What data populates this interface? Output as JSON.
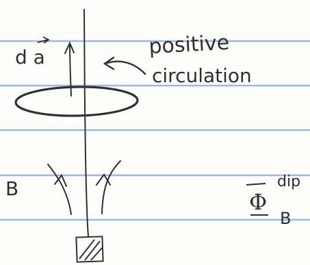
{
  "diagram": {
    "area_vector_label": "d a",
    "circulation_label_line1": "positive",
    "circulation_label_line2": "circulation",
    "field_label": "B",
    "flux_symbol": "Φ",
    "flux_superscript": "dip",
    "flux_subscript": "B",
    "colors": {
      "paper": "#fdfdfc",
      "rule_lines": "#9fb6e3",
      "ink": "#2f2f2f"
    }
  }
}
